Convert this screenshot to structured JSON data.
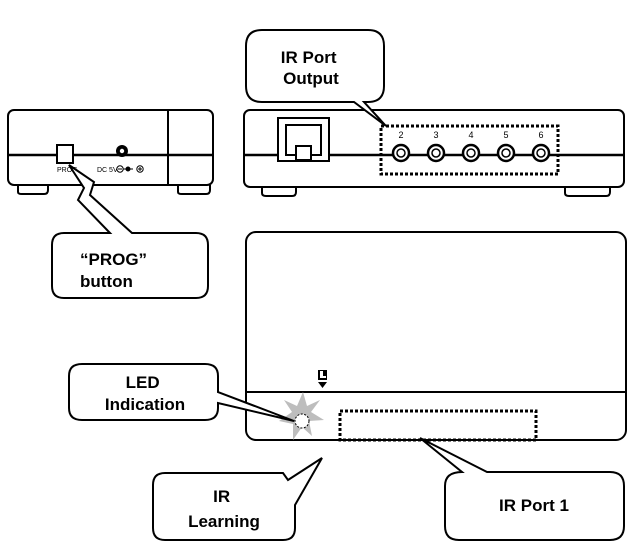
{
  "callouts": {
    "ir_port_output": [
      "IR Port",
      "Output"
    ],
    "prog_button": [
      "“PROG”",
      "button"
    ],
    "led_indication": [
      "LED",
      "Indication"
    ],
    "ir_learning": [
      "IR",
      "Learning"
    ],
    "ir_port_1": [
      "IR Port 1"
    ]
  },
  "side_panel": {
    "prog_label": "PROG",
    "dc_label": "DC 5V"
  },
  "back_panel": {
    "port_numbers": [
      "2",
      "3",
      "4",
      "5",
      "6"
    ]
  },
  "colors": {
    "stroke": "#000000",
    "led_star": "#bdbdbd"
  }
}
